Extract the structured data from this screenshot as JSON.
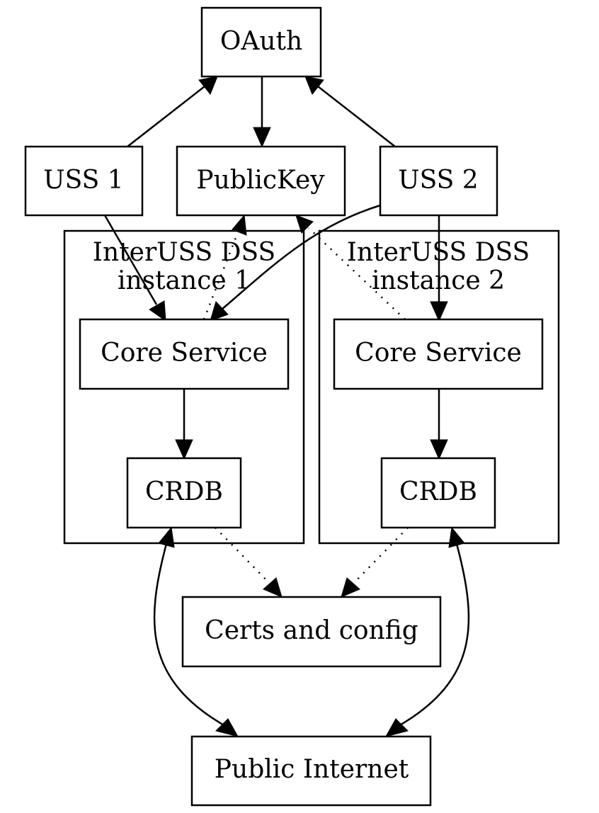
{
  "nodes": {
    "oauth": "OAuth",
    "uss1": "USS 1",
    "publickey": "PublicKey",
    "uss2": "USS 2",
    "core1": "Core Service",
    "core2": "Core Service",
    "crdb1": "CRDB",
    "crdb2": "CRDB",
    "certs": "Certs and config",
    "internet": "Public Internet"
  },
  "clusters": {
    "instance1": {
      "line1": "InterUSS DSS",
      "line2": "instance 1"
    },
    "instance2": {
      "line1": "InterUSS DSS",
      "line2": "instance 2"
    }
  },
  "edges": [
    {
      "from": "USS 1",
      "to": "OAuth",
      "style": "solid"
    },
    {
      "from": "USS 2",
      "to": "OAuth",
      "style": "solid"
    },
    {
      "from": "OAuth",
      "to": "PublicKey",
      "style": "solid"
    },
    {
      "from": "USS 1",
      "to": "Core Service (instance 1)",
      "style": "solid"
    },
    {
      "from": "USS 2",
      "to": "Core Service (instance 1)",
      "style": "solid"
    },
    {
      "from": "USS 2",
      "to": "Core Service (instance 2)",
      "style": "solid"
    },
    {
      "from": "Core Service (instance 1)",
      "to": "PublicKey",
      "style": "dotted"
    },
    {
      "from": "Core Service (instance 2)",
      "to": "PublicKey",
      "style": "dotted"
    },
    {
      "from": "Core Service (instance 1)",
      "to": "CRDB (instance 1)",
      "style": "solid"
    },
    {
      "from": "Core Service (instance 2)",
      "to": "CRDB (instance 2)",
      "style": "solid"
    },
    {
      "from": "CRDB (instance 1)",
      "to": "Certs and config",
      "style": "dotted"
    },
    {
      "from": "CRDB (instance 2)",
      "to": "Certs and config",
      "style": "dotted"
    },
    {
      "from": "CRDB (instance 1)",
      "to": "Public Internet",
      "style": "solid",
      "direction": "both"
    },
    {
      "from": "CRDB (instance 2)",
      "to": "Public Internet",
      "style": "solid",
      "direction": "both"
    }
  ]
}
